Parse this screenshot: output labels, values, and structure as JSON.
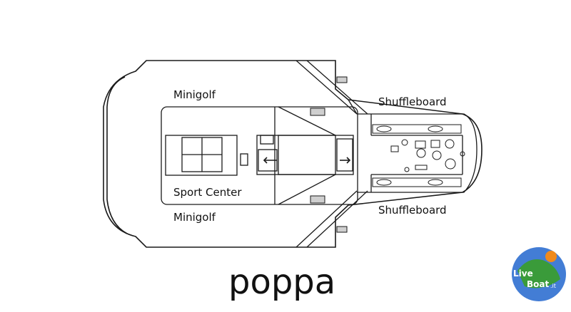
{
  "labels": {
    "minigolf_top": "Minigolf",
    "shuffleboard_top": "Shuffleboard",
    "sport_center": "Sport Center",
    "minigolf_bottom": "Minigolf",
    "shuffleboard_bottom": "Shuffleboard"
  },
  "caption": "poppa",
  "logo": {
    "word1": "Live",
    "word2": "Boat",
    "suffix": ".it"
  },
  "colors": {
    "line": "#1a1a1a",
    "logo_blue": "#2f6fd0",
    "logo_orange": "#f08a1c",
    "logo_green": "#3a9b3a"
  }
}
